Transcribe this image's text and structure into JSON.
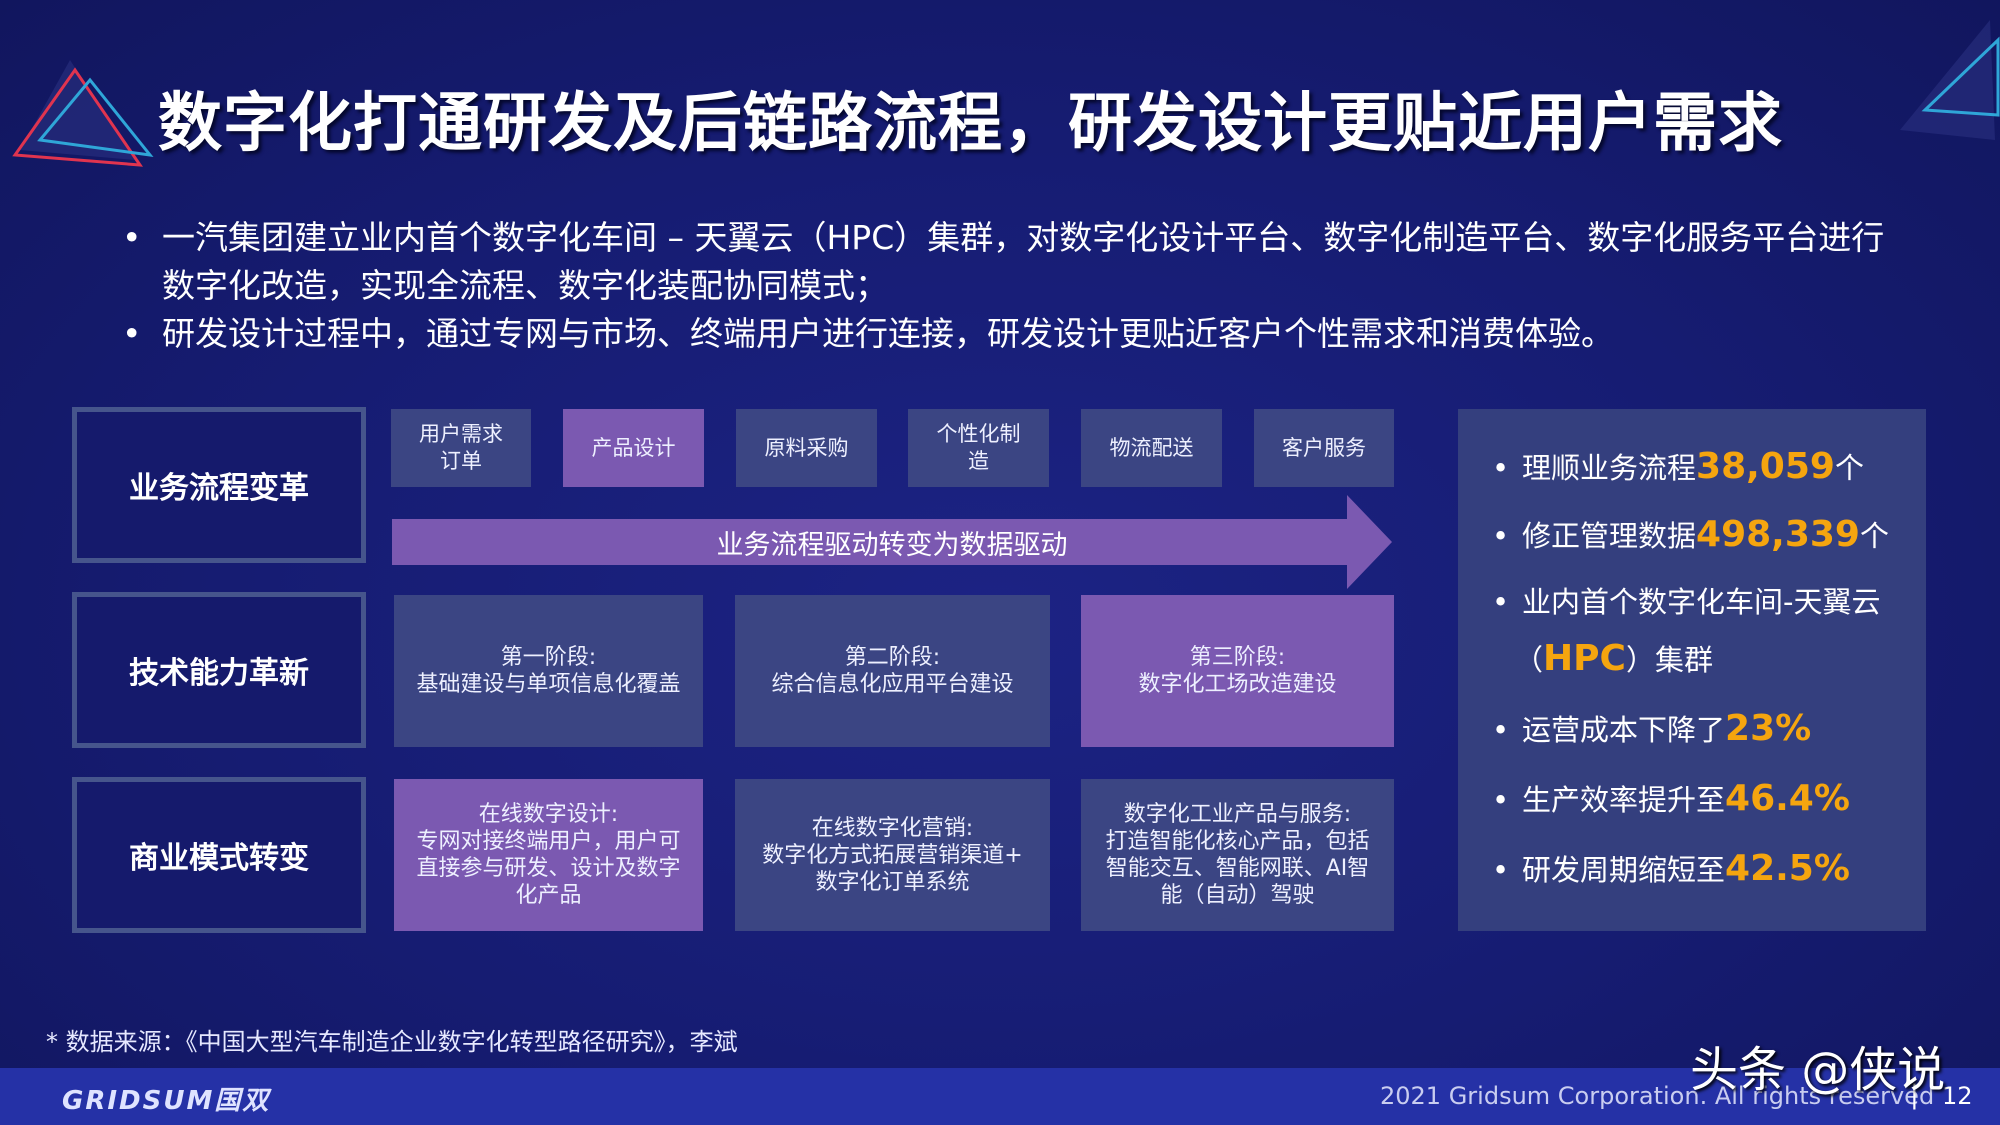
{
  "title": "数字化打通研发及后链路流程，研发设计更贴近用户需求",
  "bullets": [
    {
      "marker": "•",
      "lines": [
        "一汽集团建立业内首个数字化车间 – 天翼云（HPC）集群，对数字化设计平台、数字化制造平台、数字化服务平台进行",
        "数字化改造，实现全流程、数字化装配协同模式；"
      ]
    },
    {
      "marker": "•",
      "lines": [
        "研发设计过程中，通过专网与市场、终端用户进行连接，研发设计更贴近客户个性需求和消费体验。"
      ]
    }
  ],
  "rows": [
    "业务流程变革",
    "技术能力革新",
    "商业模式转变"
  ],
  "process_steps": [
    {
      "lines": [
        "用户需求",
        "订单"
      ],
      "highlight": false
    },
    {
      "lines": [
        "产品设计"
      ],
      "highlight": true
    },
    {
      "lines": [
        "原料采购"
      ],
      "highlight": false
    },
    {
      "lines": [
        "个性化制",
        "造"
      ],
      "highlight": false
    },
    {
      "lines": [
        "物流配送"
      ],
      "highlight": false
    },
    {
      "lines": [
        "客户服务"
      ],
      "highlight": false
    }
  ],
  "arrow_label": "业务流程驱动转变为数据驱动",
  "tech_stages": [
    {
      "lines": [
        "第一阶段:",
        "基础建设与单项信息化覆盖"
      ],
      "highlight": false
    },
    {
      "lines": [
        "第二阶段:",
        "综合信息化应用平台建设"
      ],
      "highlight": false
    },
    {
      "lines": [
        "第三阶段:",
        "数字化工场改造建设"
      ],
      "highlight": true
    }
  ],
  "business_models": [
    {
      "lines": [
        "在线数字设计:",
        "专网对接终端用户，用户可",
        "直接参与研发、设计及数字",
        "化产品"
      ],
      "highlight": true
    },
    {
      "lines": [
        "在线数字化营销:",
        "数字化方式拓展营销渠道+",
        "数字化订单系统"
      ],
      "highlight": false
    },
    {
      "lines": [
        "数字化工业产品与服务:",
        "打造智能化核心产品，包括",
        "智能交互、智能网联、AI智",
        "能（自动）驾驶"
      ],
      "highlight": false
    }
  ],
  "stats": [
    {
      "prefix": "理顺业务流程",
      "num": "38,059",
      "suffix": "个"
    },
    {
      "prefix": "修正管理数据",
      "num": "498,339",
      "suffix": "个"
    },
    {
      "prefix": "业内首个数字化车间-天翼云",
      "num": "",
      "suffix": ""
    },
    {
      "prefix": "（",
      "num": "HPC",
      "suffix": "）集群"
    },
    {
      "prefix": "运营成本下降了",
      "num": "23%",
      "suffix": ""
    },
    {
      "prefix": "生产效率提升至",
      "num": "46.4%",
      "suffix": ""
    },
    {
      "prefix": "研发周期缩短至",
      "num": "42.5%",
      "suffix": ""
    }
  ],
  "source": "* 数据来源：《中国大型汽车制造企业数字化转型路径研究》，李斌",
  "footer": {
    "logo": "GRIDSUM国双",
    "copyright": "2021 Gridsum Corporation. All rights reserved",
    "separator": "|",
    "page": "12"
  },
  "watermark": "头条 @侠说",
  "colors": {
    "background": "#14196a",
    "box": "#3b4583",
    "highlight": "#7b59b1",
    "accent_number": "#f5a50f",
    "footer_bar": "#2531a6"
  }
}
